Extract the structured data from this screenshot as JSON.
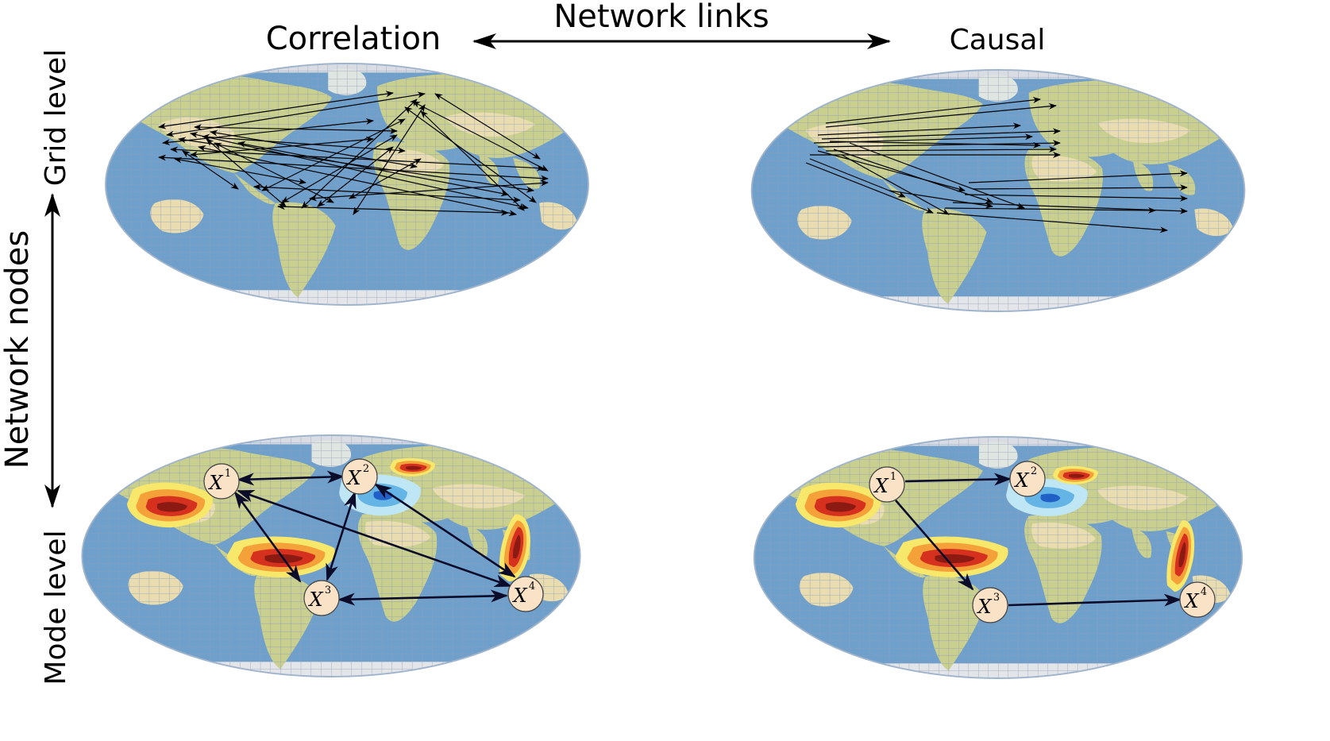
{
  "header": {
    "links_axis": "Network links",
    "nodes_axis": "Network nodes",
    "col_left": "Correlation",
    "col_right": "Causal",
    "row_top": "Grid level",
    "row_bottom": "Mode level"
  },
  "colors": {
    "ocean": "#6fa0cc",
    "land": "#c9cf8f",
    "desert": "#e8dcb0",
    "grid": "#8e9cb8",
    "node_fill": "#f9e2c6",
    "warm_outer": "#f7e76a",
    "warm_mid": "#f5a13a",
    "warm_inner": "#d6301f",
    "warm_core": "#8b1a12",
    "cool_outer": "#bfe6f5",
    "cool_mid": "#64b5e6",
    "cool_inner": "#2160c7"
  },
  "nodes": {
    "x1": {
      "base": "X",
      "sup": "1"
    },
    "x2": {
      "base": "X",
      "sup": "2"
    },
    "x3": {
      "base": "X",
      "sup": "3"
    },
    "x4": {
      "base": "X",
      "sup": "4"
    }
  }
}
